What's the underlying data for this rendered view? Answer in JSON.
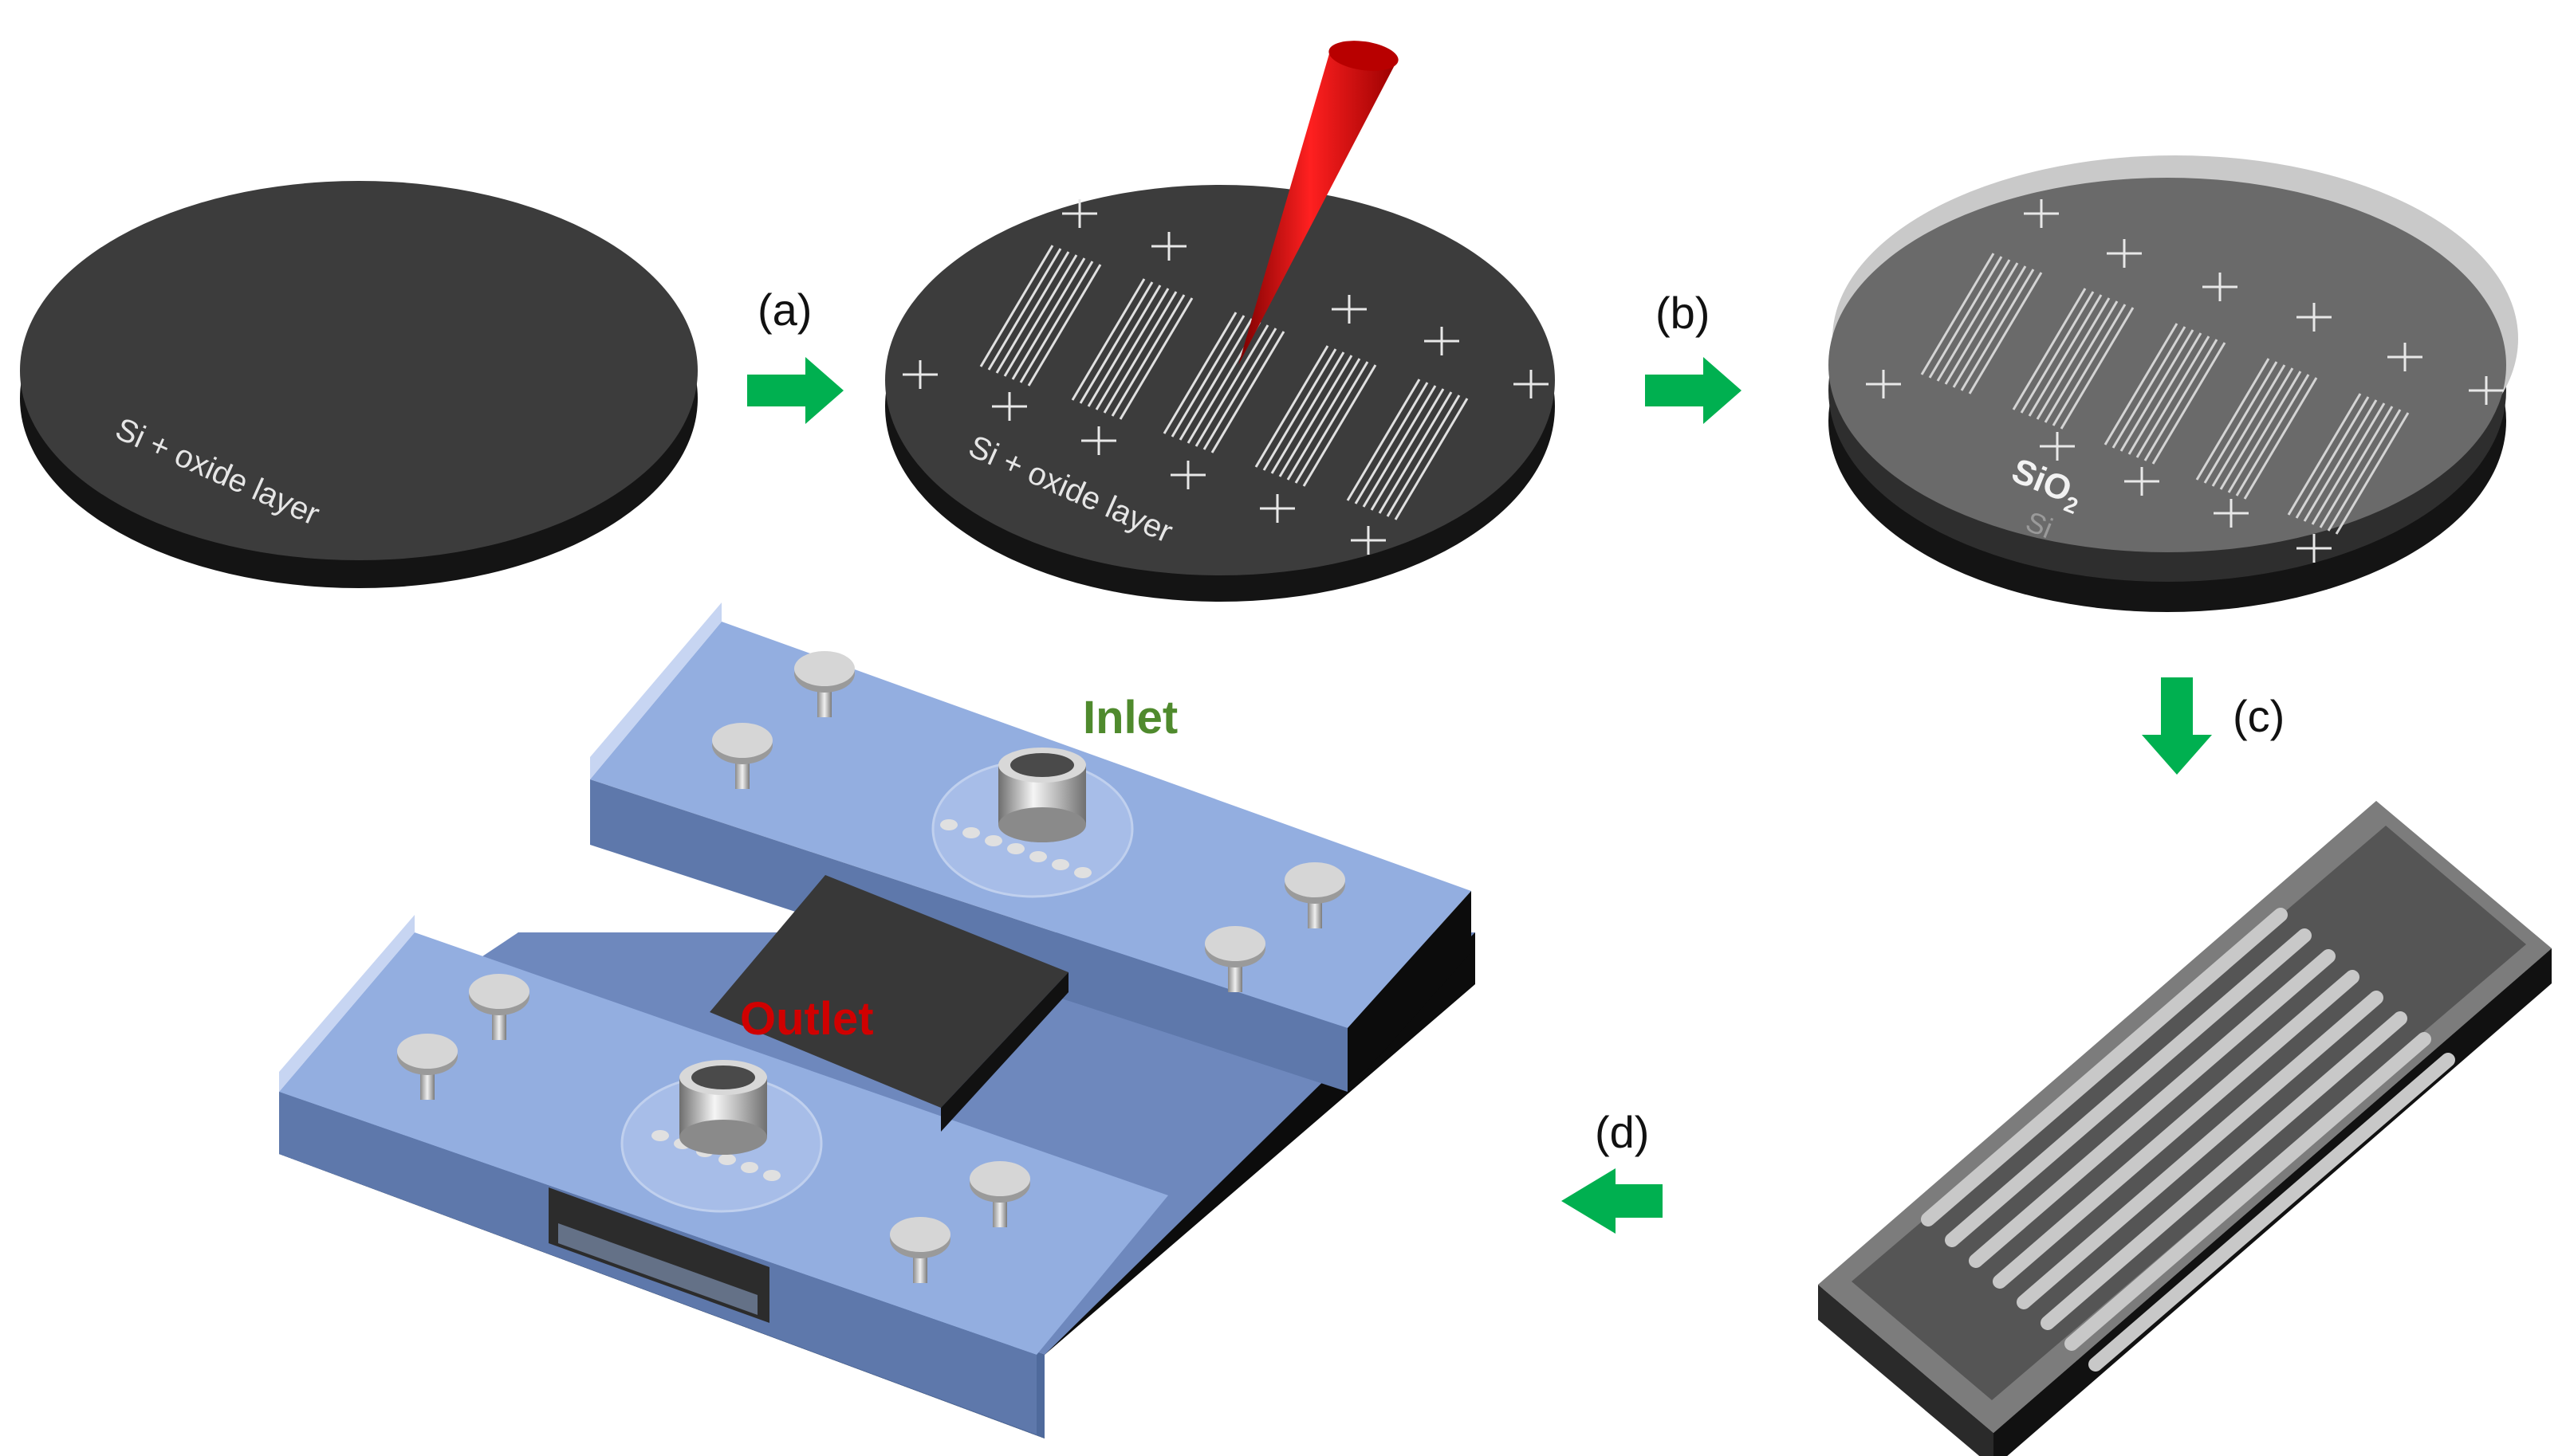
{
  "steps": {
    "a": "(a)",
    "b": "(b)",
    "c": "(c)",
    "d": "(d)"
  },
  "wafer1": {
    "label": "Si + oxide layer"
  },
  "wafer2": {
    "label": "Si + oxide layer"
  },
  "wafer3": {
    "top_layer": "SiO2",
    "top_layer_main": "SiO",
    "top_layer_sub": "2",
    "bottom_layer": "Si"
  },
  "device": {
    "inlet": "Inlet",
    "outlet": "Outlet"
  },
  "colors": {
    "arrow": "#00b050",
    "wafer": "#3d3d3d",
    "tip": "#d90000",
    "pdms": "#8ea6dc",
    "inlet": "#4f8a2d",
    "outlet": "#d00000"
  },
  "icons": {
    "arrow_right": "right-arrow-icon",
    "arrow_down": "down-arrow-icon",
    "arrow_left": "left-arrow-icon"
  }
}
